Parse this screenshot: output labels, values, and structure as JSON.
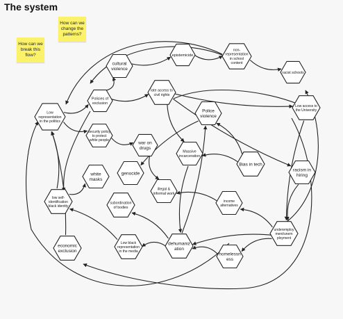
{
  "page": {
    "title": "The system"
  },
  "stickies": {
    "change_patterns": "How can we change the patterns?",
    "break_flow": "How can we break this flow?"
  },
  "nodes": {
    "cultural_violence": [
      "cultural",
      "violence"
    ],
    "epistemicide": [
      "epistemicide"
    ],
    "non_representation": [
      "non-",
      "representation",
      "in school",
      "content"
    ],
    "racist_schools": [
      "racist schools"
    ],
    "low_representation_politics": [
      "Low",
      "representation",
      "in the politics"
    ],
    "policies_exclusion": [
      "Policies of",
      "exclusion"
    ],
    "late_access_civil_rights": [
      "late access to",
      "civil rights"
    ],
    "police_violence": [
      "Police",
      "violence"
    ],
    "low_access_university": [
      "Low access to",
      "the University"
    ],
    "security_policy": [
      "security policy",
      "to protect",
      "white people"
    ],
    "war_on_drugs": [
      "war on",
      "drugs"
    ],
    "massive_incarceration": [
      "Massive",
      "incarceration"
    ],
    "bias_in_tech": [
      "Bias in tech"
    ],
    "white_masks": [
      "white",
      "masks"
    ],
    "genocide": [
      "genocide"
    ],
    "racism_hiring": [
      "racism in",
      "hiring"
    ],
    "illegal_informal_work": [
      "illegal &",
      "informal work"
    ],
    "low_self_identification": [
      "low self-",
      "identification",
      "black identity"
    ],
    "subordination_bodies": [
      "subordination",
      "of bodies"
    ],
    "income_alternatives": [
      "income",
      "alternatives"
    ],
    "underemployment": [
      "underemploy",
      "ment/unem",
      "ployment"
    ],
    "economic_exclusion": [
      "economic",
      "exclusion"
    ],
    "low_black_representation_media": [
      "Low black",
      "representation",
      "in the media"
    ],
    "dehumanization": [
      "dehumaniz",
      "ation"
    ],
    "homelessness": [
      "homelessn",
      "ess"
    ]
  },
  "colors": {
    "background": "#f7f7f7",
    "sticky": "#fbf26a",
    "node_fill": "#ffffff",
    "stroke": "#222222"
  }
}
